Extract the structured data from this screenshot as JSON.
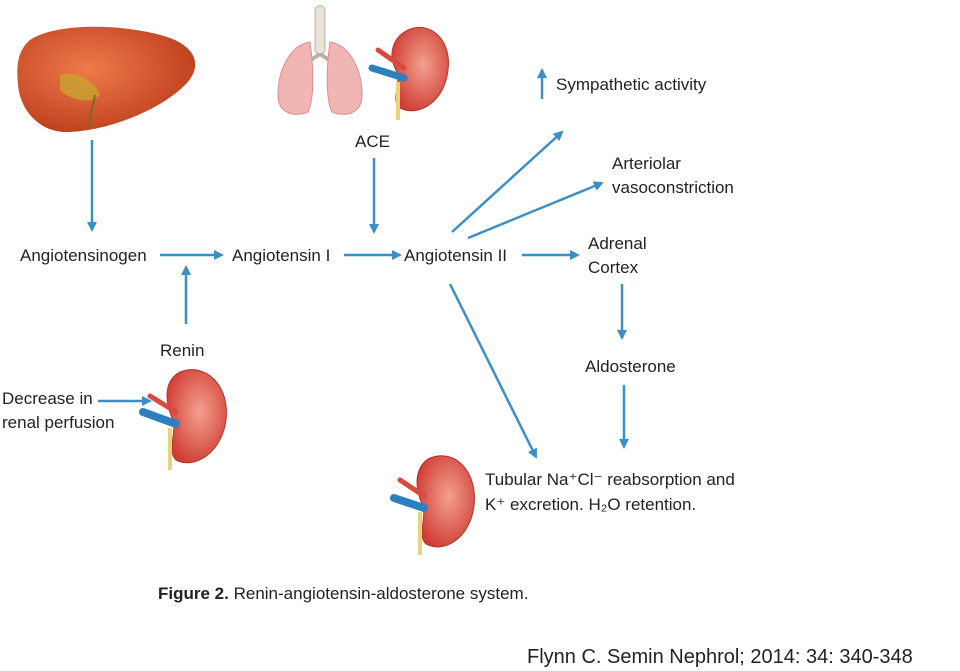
{
  "nodes": {
    "angiotensinogen": "Angiotensinogen",
    "angiotensin_1": "Angiotensin I",
    "angiotensin_2": "Angiotensin II",
    "ace": "ACE",
    "renin": "Renin",
    "decrease_1": "Decrease in",
    "decrease_2": "renal perfusion",
    "sympathetic": "Sympathetic activity",
    "arteriolar_1": "Arteriolar",
    "arteriolar_2": "vasoconstriction",
    "adrenal_1": "Adrenal",
    "adrenal_2": "Cortex",
    "aldosterone": "Aldosterone",
    "tubular_1": "Tubular Na⁺Cl⁻ reabsorption and",
    "tubular_2": "K⁺ excretion. H₂O retention."
  },
  "caption": {
    "label": "Figure 2.",
    "text": "Renin-angiotensin-aldosterone system."
  },
  "citation": "Flynn C. Semin Nephrol; 2014: 34: 340-348",
  "colors": {
    "arrow": "#3a8fc7",
    "liver": "#d9502a",
    "kidney": "#e0564c",
    "lung": "#f0b3b0",
    "vessel": "#2e7fc2"
  }
}
